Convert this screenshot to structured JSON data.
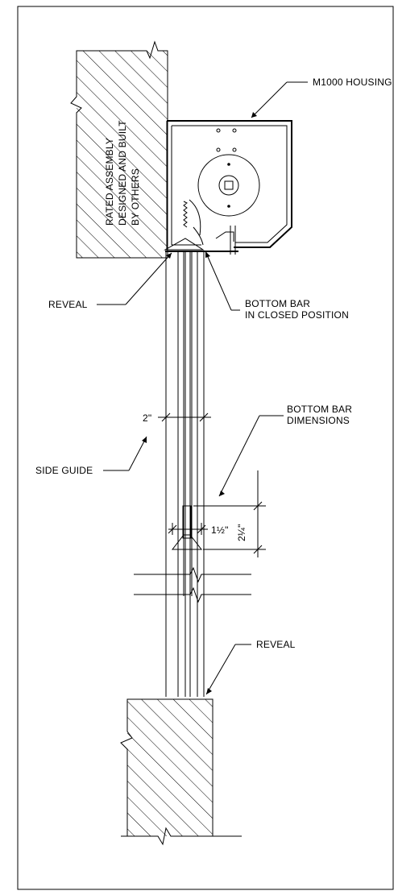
{
  "labels": {
    "housing": "M1000 HOUSING",
    "rated_line1": "RATED ASSEMBLY",
    "rated_line2": "DESIGNED AND BUILT",
    "rated_line3": "BY OTHERS",
    "reveal_top": "REVEAL",
    "bottom_bar_line1": "BOTTOM BAR",
    "bottom_bar_line2": "IN CLOSED POSITION",
    "dim_width": "2\"",
    "bb_dims_line1": "BOTTOM BAR",
    "bb_dims_line2": "DIMENSIONS",
    "side_guide": "SIDE GUIDE",
    "dim_bar_width": "1½\"",
    "dim_bar_height": "2¼\"",
    "reveal_bottom": "REVEAL"
  }
}
